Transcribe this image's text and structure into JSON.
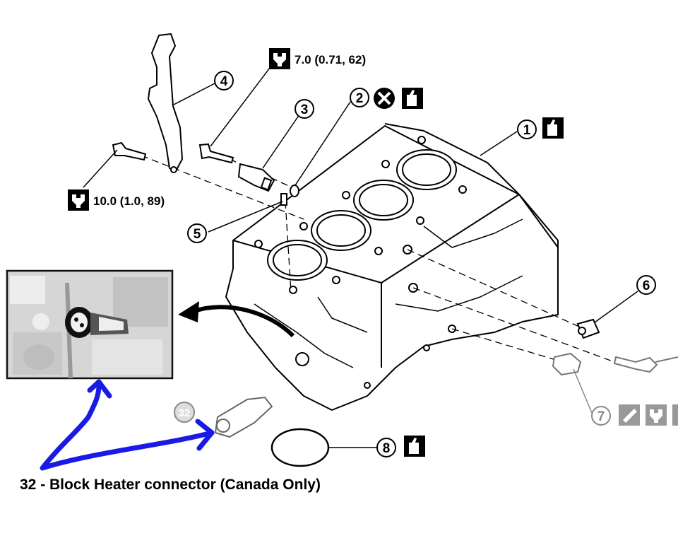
{
  "torque": {
    "top": "7.0 (0.71, 62)",
    "left": "10.0 (1.0, 89)"
  },
  "callouts": [
    "1",
    "2",
    "3",
    "4",
    "5",
    "6",
    "7",
    "8",
    "32"
  ],
  "caption": "32 - Block Heater connector (Canada Only)",
  "colors": {
    "line": "#000000",
    "faded": "#888888",
    "annotation": "#1a1ae6"
  },
  "icons": [
    "torque-wrench-icon",
    "do-not-reuse-icon",
    "oil-can-icon",
    "sealant-icon"
  ]
}
